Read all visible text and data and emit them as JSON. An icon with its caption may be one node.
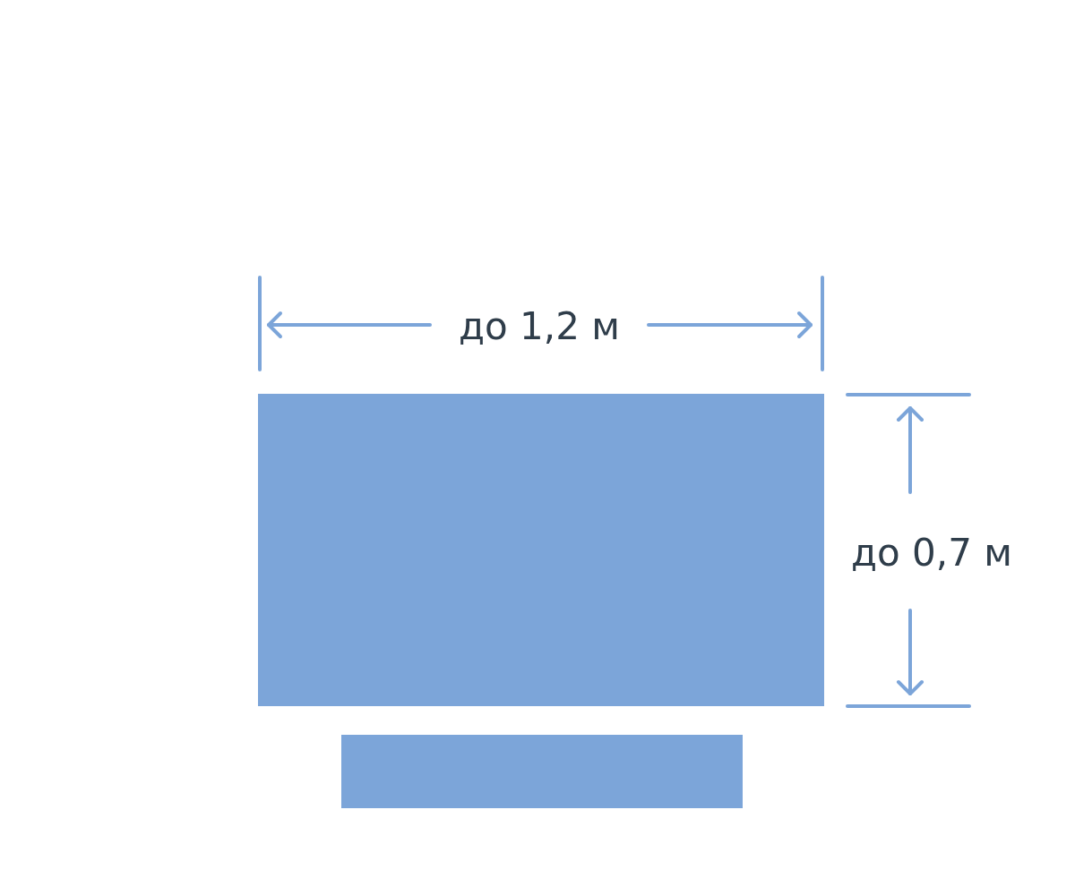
{
  "diagram": {
    "nodes": [
      {
        "text": [],
        "shape": "box"
      },
      {
        "text": [],
        "shape": "box"
      }
    ],
    "labels": [
      "до 1,2 м",
      "до 0,7 м"
    ]
  }
}
